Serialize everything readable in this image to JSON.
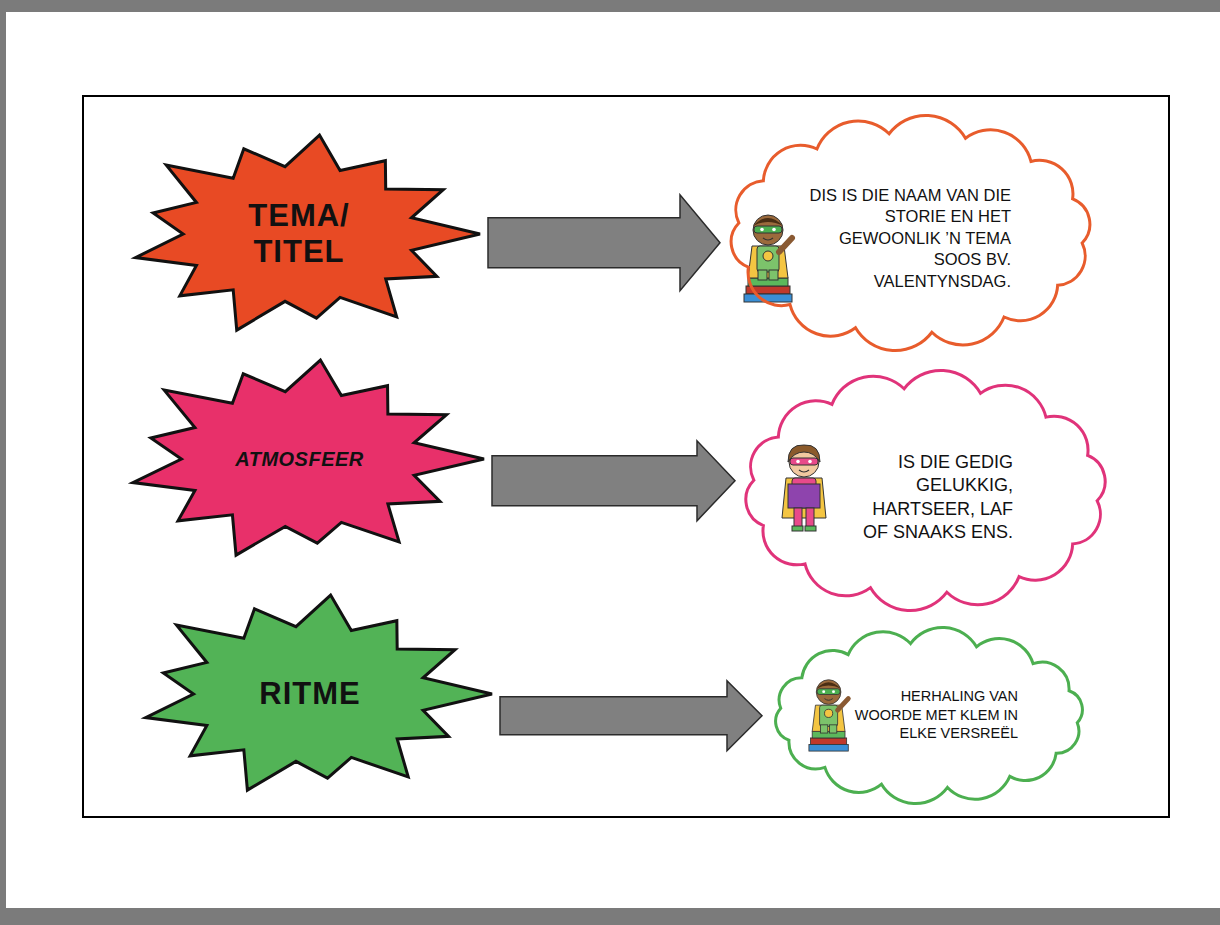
{
  "diagram": {
    "nodes": [
      {
        "text": [
          "TEMA/ TITEL"
        ]
      },
      {
        "text": [
          "DIS IS DIE NAAM VAN DIE STORIE EN HET GEWOONLIK ’N TEMA SOOS BV. VALENTYNSDAG."
        ]
      },
      {
        "text": [
          "ATMOSFEER"
        ]
      },
      {
        "text": [
          "IS DIE GEDIG GELUKKIG, HARTSEER, LAF OF SNAAKS ENS."
        ]
      },
      {
        "text": [
          "RITME"
        ]
      },
      {
        "text": [
          "HERHALING VAN WOORDE MET KLEM IN ELKE VERSREËL"
        ]
      }
    ],
    "edges": [
      {
        "from": 0,
        "to": 1,
        "arrow": "to"
      },
      {
        "from": 2,
        "to": 3,
        "arrow": "to"
      },
      {
        "from": 4,
        "to": 5,
        "arrow": "to"
      }
    ]
  }
}
